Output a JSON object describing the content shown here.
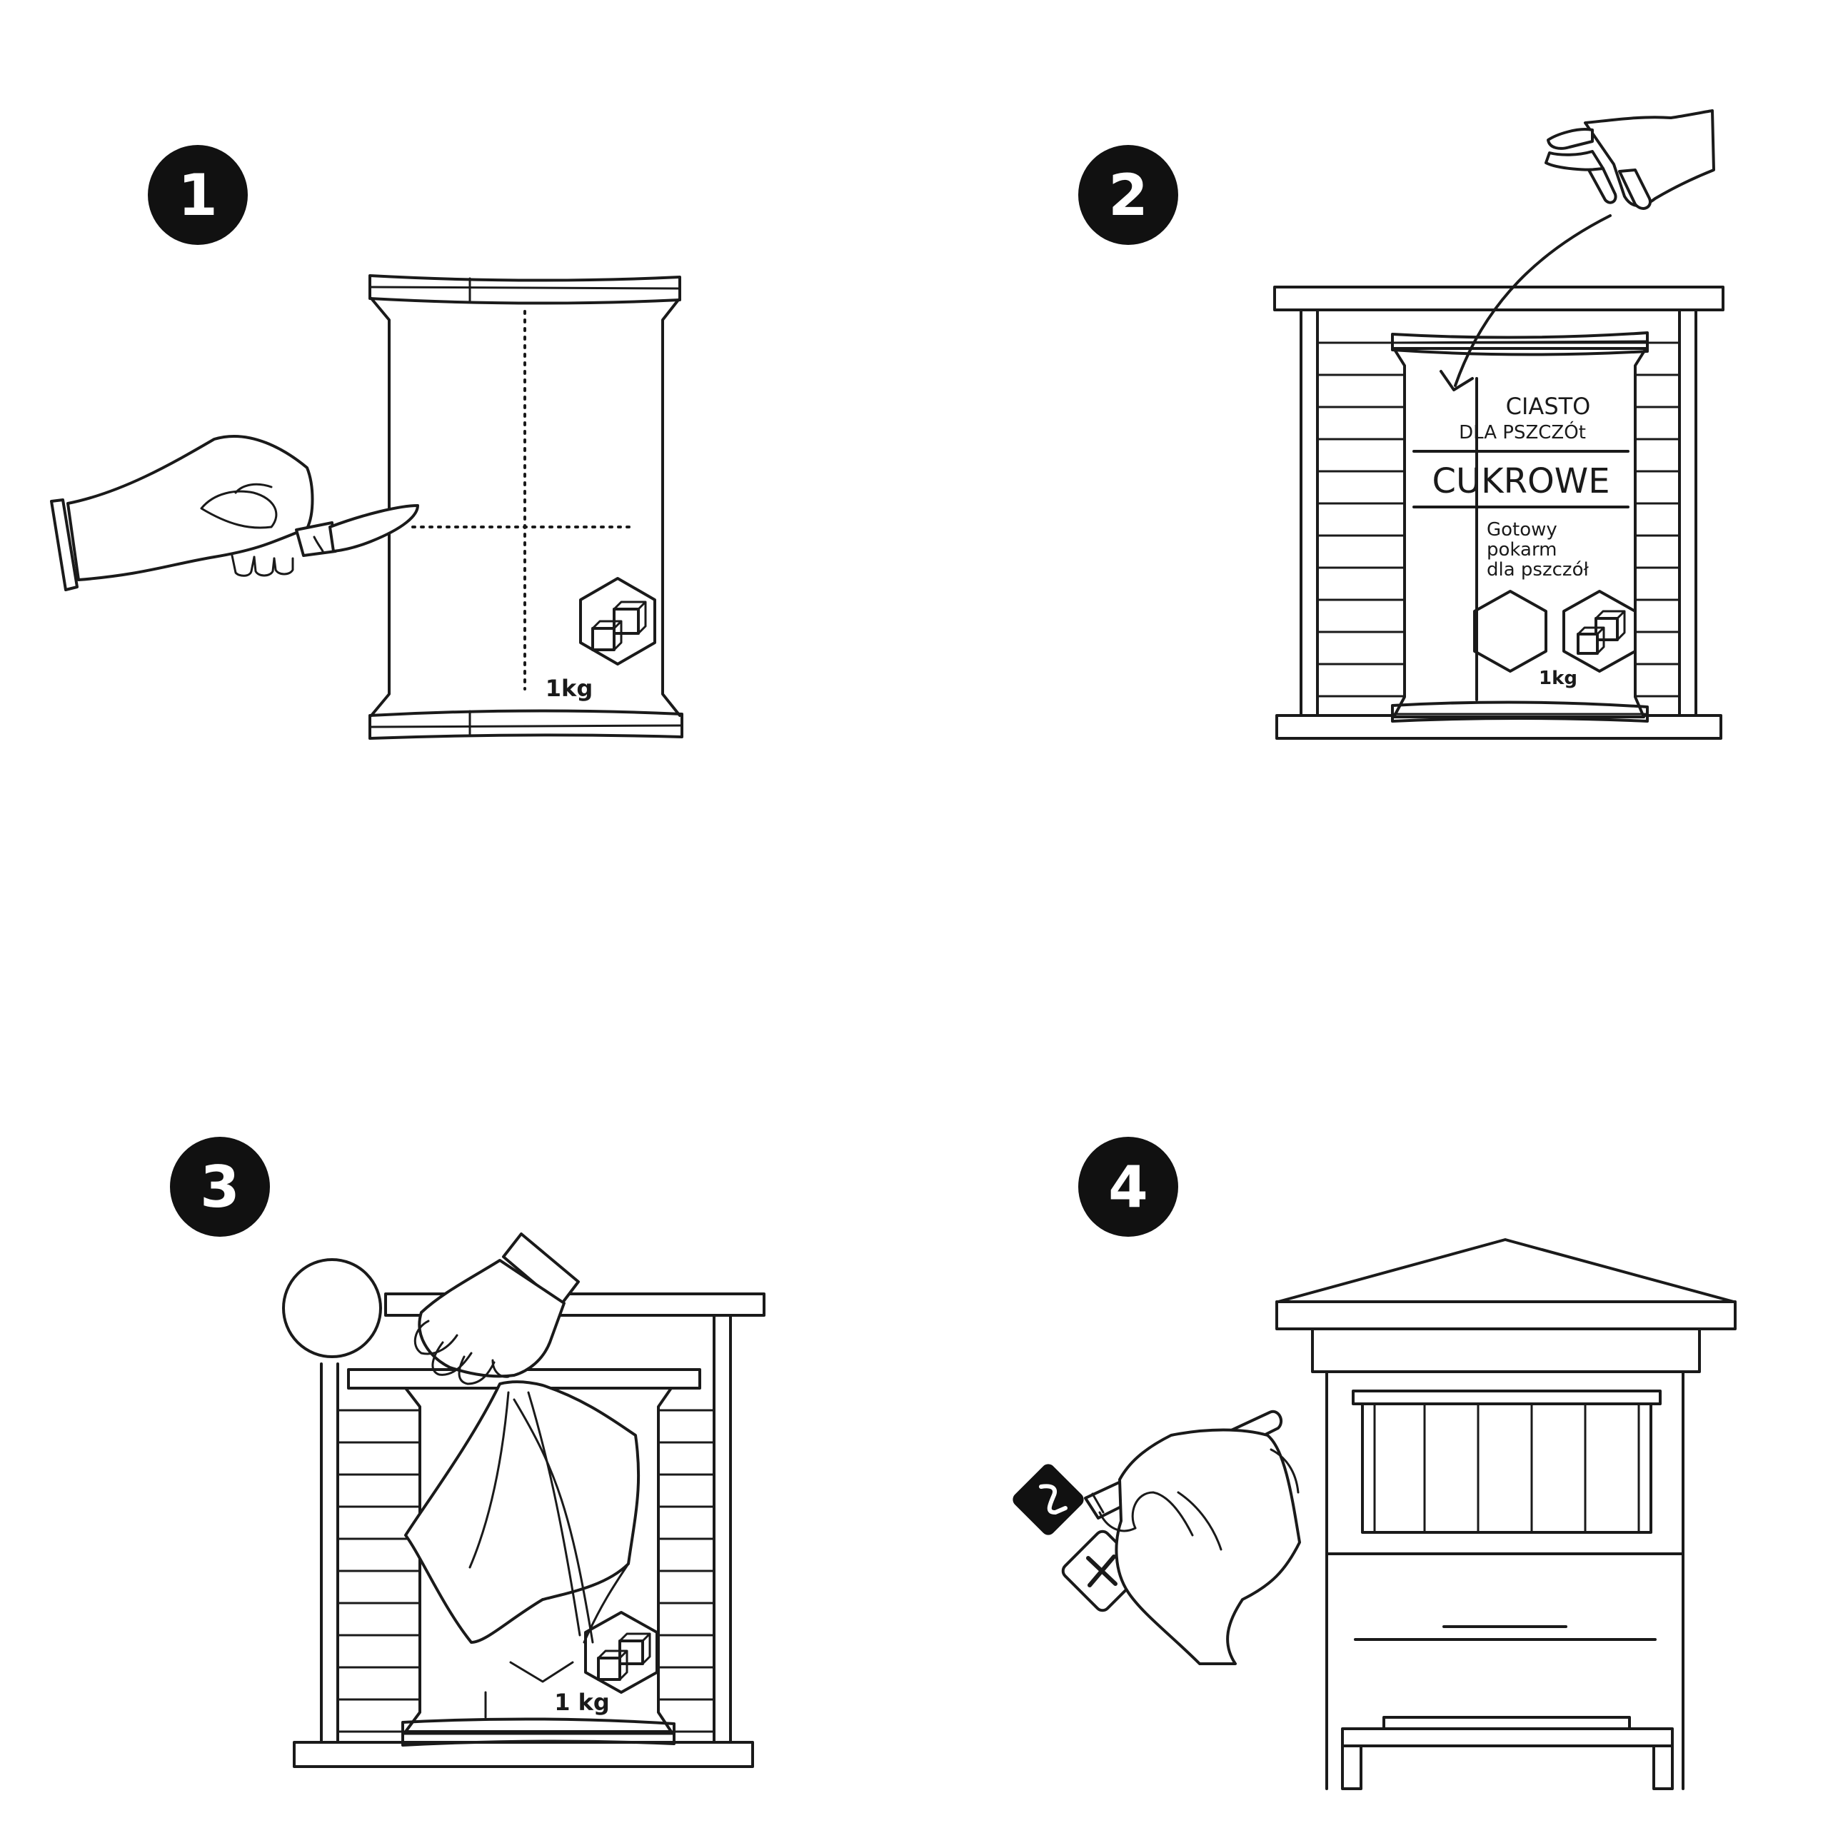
{
  "steps": [
    {
      "number": "1",
      "weight_label": "1kg"
    },
    {
      "number": "2",
      "weight_label": "1kg"
    },
    {
      "number": "3",
      "weight_label": "1 kg"
    },
    {
      "number": "4"
    }
  ],
  "package": {
    "line1": "CIASTO",
    "line2": "DLA PSZCZÓt",
    "brand": "CUKROWE",
    "desc1": "Gotowy",
    "desc2": "pokarm",
    "desc3": "dla pszczół"
  },
  "colors": {
    "ink": "#1a1a1a",
    "badge": "#111111",
    "background": "#ffffff"
  }
}
